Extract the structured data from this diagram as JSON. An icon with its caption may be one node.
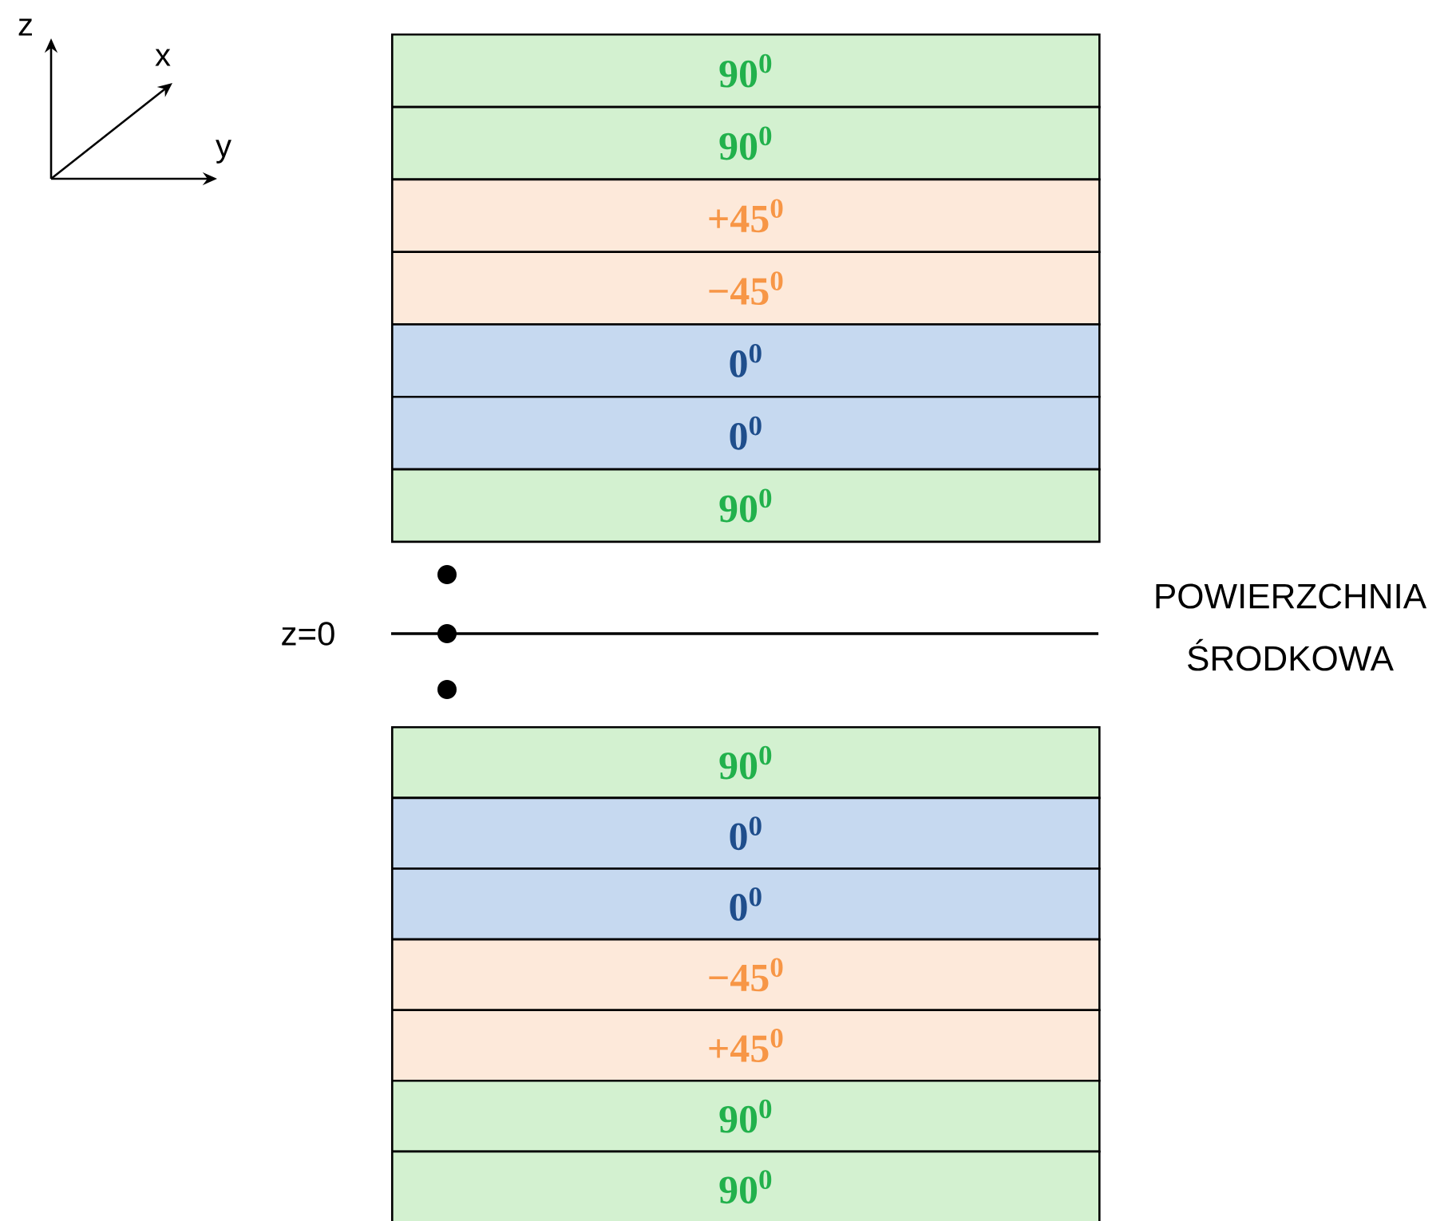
{
  "diagram": {
    "nodes": [
      {
        "text": [
          "90$^{0}$"
        ]
      },
      {
        "text": [
          "90$^{0}$"
        ]
      },
      {
        "text": [
          "+45$^{0}$"
        ]
      },
      {
        "text": [
          "−45$^{0}$"
        ]
      },
      {
        "text": [
          "0$^{0}$"
        ]
      },
      {
        "text": [
          "0$^{0}$"
        ]
      },
      {
        "text": [
          "90$^{0}$"
        ]
      },
      {
        "text": [
          "90$^{0}$"
        ]
      },
      {
        "text": [
          "0$^{0}$"
        ]
      },
      {
        "text": [
          "0$^{0}$"
        ]
      },
      {
        "text": [
          "−45$^{0}$"
        ]
      },
      {
        "text": [
          "+45$^{0}$"
        ]
      },
      {
        "text": [
          "90$^{0}$"
        ]
      },
      {
        "text": [
          "90$^{0}$"
        ]
      }
    ],
    "labels": [
      "z",
      "x",
      "y",
      "z=0",
      "POWIERZCHNIA ŚRODKOWA"
    ]
  }
}
